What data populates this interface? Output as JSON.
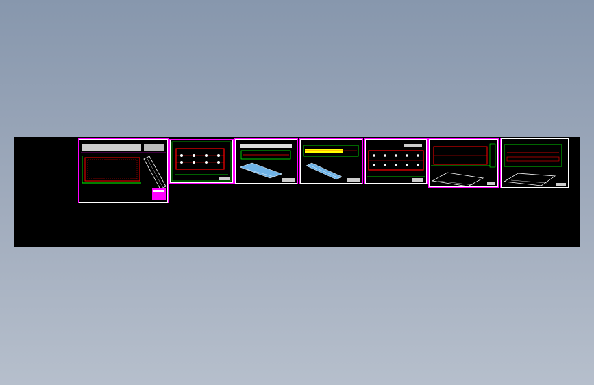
{
  "colors": {
    "background_top": "#8797ad",
    "background_bottom": "#b6bfcc",
    "viewport": "#000000",
    "sheet_border": "#ff00ff",
    "frame": "#00ff00",
    "part_line": "#ff0000",
    "iso_outline": "#ffffff",
    "iso_fill": "#6fb3e6",
    "highlight": "#ffff00"
  },
  "viewport": {
    "name": "cad-model-space",
    "sheet_count": 7
  },
  "sheets": [
    {
      "name": "sheet-1",
      "icon": "drawing-sheet-icon"
    },
    {
      "name": "sheet-2",
      "icon": "drawing-sheet-icon"
    },
    {
      "name": "sheet-3",
      "icon": "drawing-sheet-icon"
    },
    {
      "name": "sheet-4",
      "icon": "drawing-sheet-icon"
    },
    {
      "name": "sheet-5",
      "icon": "drawing-sheet-icon"
    },
    {
      "name": "sheet-6",
      "icon": "drawing-sheet-icon"
    },
    {
      "name": "sheet-7",
      "icon": "drawing-sheet-icon"
    }
  ]
}
